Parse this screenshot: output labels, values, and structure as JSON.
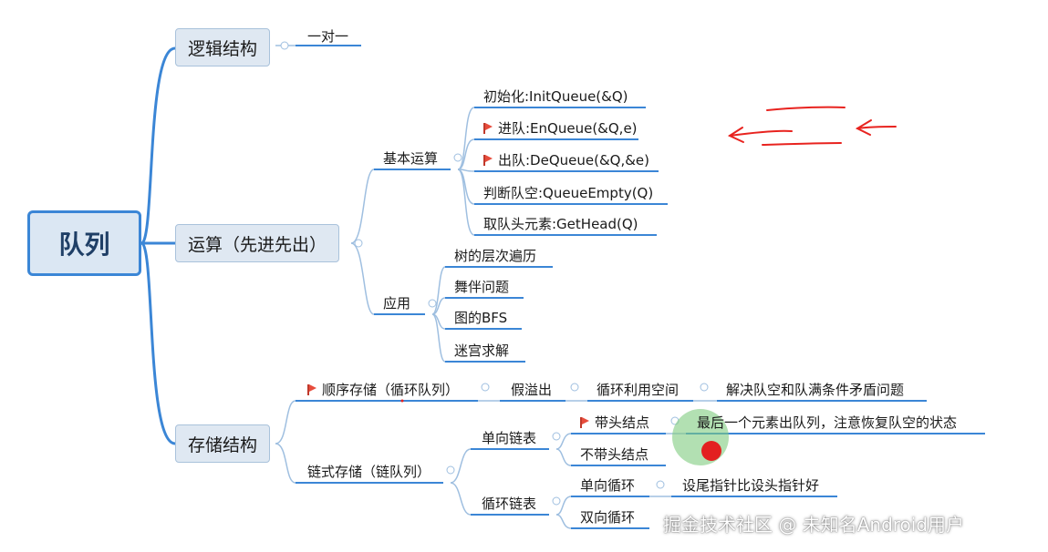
{
  "colors": {
    "line": "#3b86d6",
    "connector": "#9fbfe0",
    "root_border": "#3b86d6",
    "annotation": "#e8231f"
  },
  "root": {
    "label": "队列"
  },
  "logic": {
    "label": "逻辑结构",
    "child": "一对一"
  },
  "ops": {
    "label": "运算（先进先出）",
    "basic": {
      "label": "基本运算",
      "items": [
        "初始化:InitQueue(&Q)",
        "进队:EnQueue(&Q,e)",
        "出队:DeQueue(&Q,&e)",
        "判断队空:QueueEmpty(Q)",
        "取队头元素:GetHead(Q)"
      ]
    },
    "apps": {
      "label": "应用",
      "items": [
        "树的层次遍历",
        "舞伴问题",
        "图的BFS",
        "迷宫求解"
      ]
    }
  },
  "storage": {
    "label": "存储结构",
    "seq": {
      "label": "顺序存储（循环队列）",
      "c1": "假溢出",
      "c2": "循环利用空间",
      "c3": "解决队空和队满条件矛盾问题"
    },
    "linked": {
      "label": "链式存储（链队列）",
      "single": {
        "label": "单向链表",
        "head": "带头结点",
        "head_note": "最后一个元素出队列，注意恢复队空的状态",
        "nohead": "不带头结点"
      },
      "circular": {
        "label": "循环链表",
        "one": "单向循环",
        "one_note": "设尾指针比设头指针好",
        "two": "双向循环"
      }
    }
  },
  "watermark": "掘金技术社区 @ 未知名Android用户",
  "icons": [
    "flag-icon",
    "collapse-toggle-icon"
  ]
}
